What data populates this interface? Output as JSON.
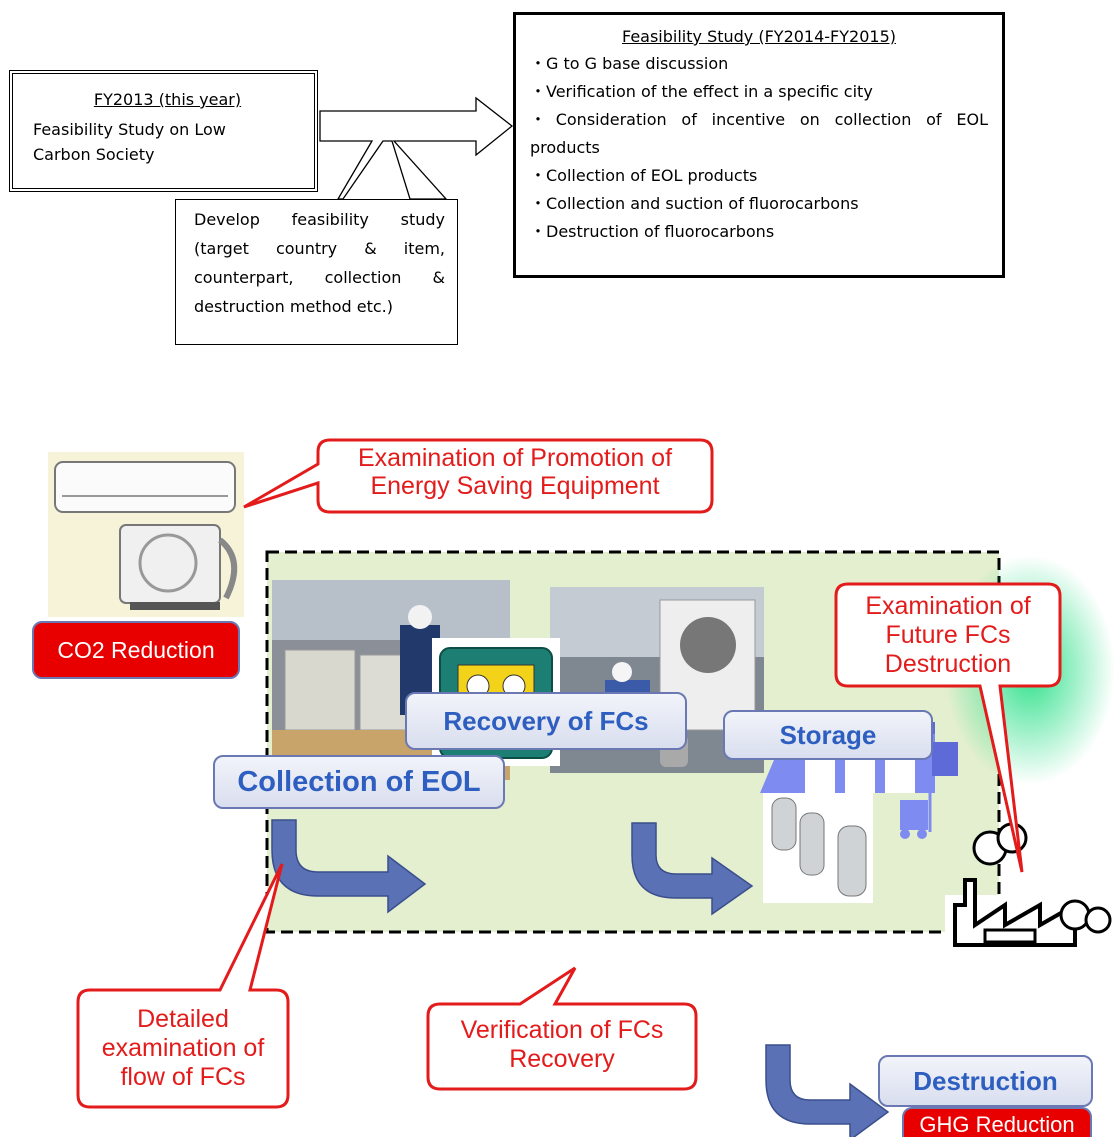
{
  "fy2013": {
    "title": "FY2013 (this year)",
    "line1": "Feasibility Study on Low",
    "line2": "Carbon Society"
  },
  "develop": {
    "text": "Develop feasibility study (target country & item, counterpart, collection & destruction method etc.)"
  },
  "feasibility": {
    "title": "Feasibility Study (FY2014-FY2015)",
    "items": [
      "・G to G base discussion",
      "・Verification of the effect in a specific city",
      "・Consideration of incentive on collection of EOL products",
      "・Collection of EOL products",
      "・Collection and suction of fluorocarbons",
      "・Destruction of fluorocarbons"
    ]
  },
  "callouts": {
    "promotion": [
      "Examination of Promotion of",
      "Energy Saving Equipment"
    ],
    "future": [
      "Examination of",
      "Future FCs",
      "Destruction"
    ],
    "detailed": [
      "Detailed",
      "examination of",
      "flow of FCs"
    ],
    "verification": [
      "Verification of FCs",
      "Recovery"
    ]
  },
  "labels": {
    "co2": "CO2 Reduction",
    "collection": "Collection of EOL",
    "recovery": "Recovery of FCs",
    "storage": "Storage",
    "destruction": "Destruction",
    "ghg": "GHG Reduction"
  },
  "colors": {
    "callout_red": "#e31b1b",
    "pill_text": "#2e5fc0",
    "badge_red": "#e80000",
    "area_green": "#e3efcf",
    "arrow_blue": "#5a72b5"
  },
  "icons": [
    "air-conditioner-icon",
    "factory-icon",
    "warehouse-icon",
    "gas-cylinder-icon",
    "forklift-icon"
  ]
}
